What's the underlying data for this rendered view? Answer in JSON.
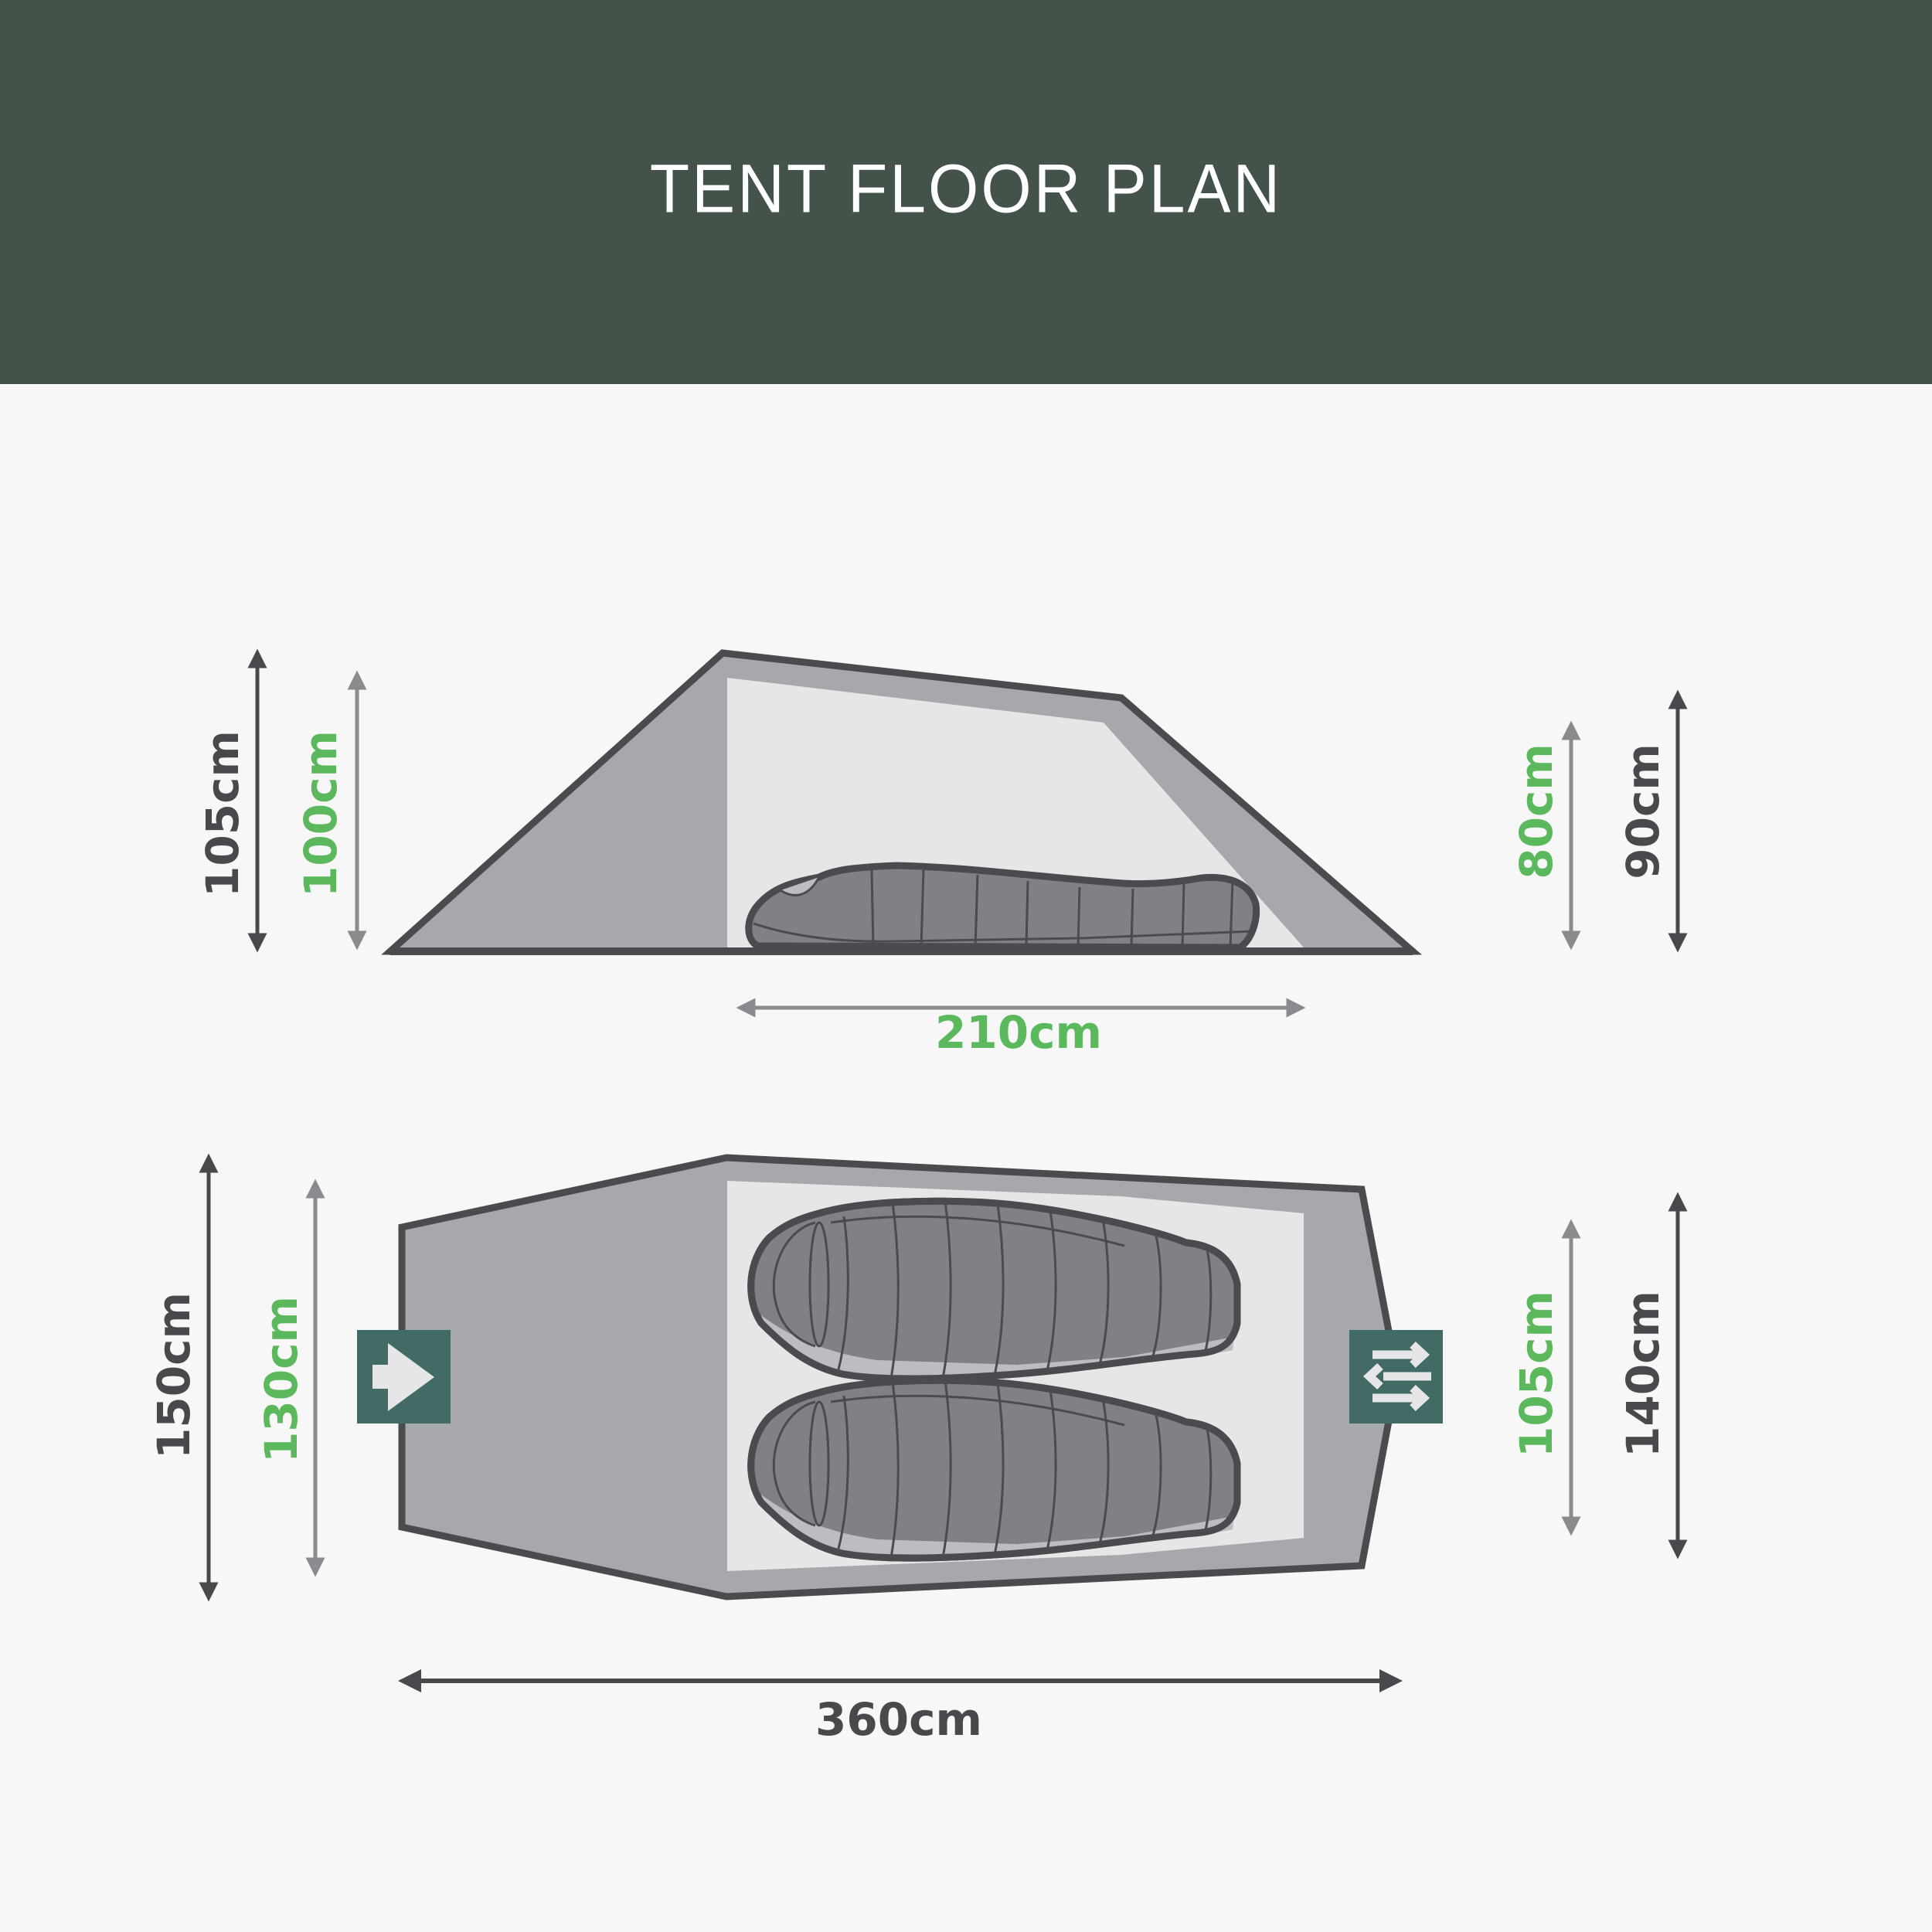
{
  "header": {
    "title": "TENT FLOOR PLAN",
    "background": "#43534a"
  },
  "colors": {
    "outline": "#4a4b4e",
    "outer_fill": "#a7a8ab",
    "inner_fill": "#e6e6e8",
    "bag_fill": "#808184",
    "bag_light": "#bcbdc0",
    "accent_green": "#5cb85c",
    "dark_text": "#48494c",
    "icon_box": "#426b66",
    "icon_glyph": "#e6e6e8"
  },
  "side_view": {
    "dimensions": {
      "outer_height_left": "105cm",
      "inner_height_left": "100cm",
      "inner_height_right": "80cm",
      "outer_height_right": "90cm",
      "inner_length": "210cm"
    }
  },
  "floor_plan": {
    "dimensions": {
      "outer_width_left": "150cm",
      "inner_width_left": "130cm",
      "inner_width_right": "105cm",
      "outer_width_right": "140cm",
      "outer_length": "360cm"
    },
    "icons": {
      "entrance": "entrance-arrow-icon",
      "ventilation": "ventilation-arrows-icon"
    },
    "sleeping_bags": 2
  }
}
